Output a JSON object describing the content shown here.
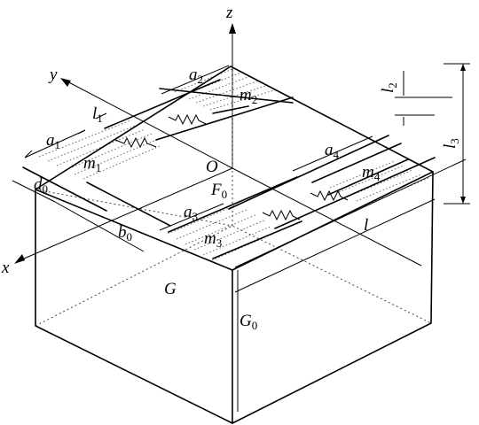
{
  "labels": {
    "z": "z",
    "y": "y",
    "x": "x",
    "origin": "O",
    "a1": "a",
    "a1_sub": "1",
    "a2": "a",
    "a2_sub": "2",
    "a3": "a",
    "a3_sub": "3",
    "a4": "a",
    "a4_sub": "4",
    "l1": "l",
    "l1_sub": "1",
    "l2": "l",
    "l2_sub": "2",
    "l3": "l",
    "l3_sub": "3",
    "m1": "m",
    "m1_sub": "1",
    "m2": "m",
    "m2_sub": "2",
    "m3": "m",
    "m3_sub": "3",
    "m4": "m",
    "m4_sub": "4",
    "d0": "d",
    "d0_sub": "0",
    "b0": "b",
    "b0_sub": "0",
    "F0": "F",
    "F0_sub": "0",
    "l": "l",
    "G": "G",
    "G0": "G",
    "G0_sub": "0"
  }
}
